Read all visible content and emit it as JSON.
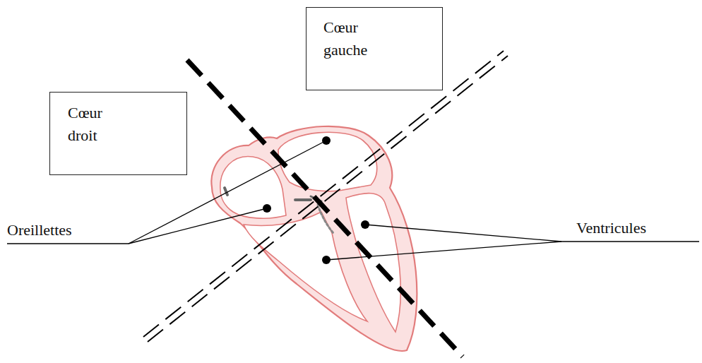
{
  "diagram": {
    "nodes": [
      {
        "text": [
          "Cœur droit"
        ]
      },
      {
        "text": [
          "Cœur gauche"
        ]
      }
    ],
    "labels": [
      "Oreillettes",
      "Ventricules"
    ]
  }
}
